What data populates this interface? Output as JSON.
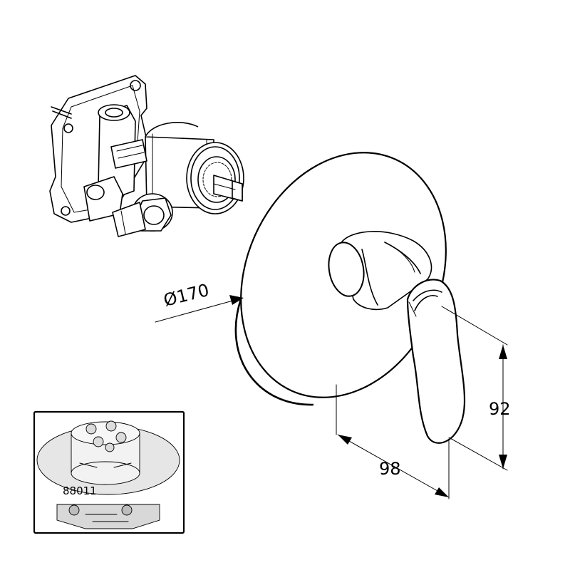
{
  "dimensions": {
    "diameter": "Ø170",
    "height": "92",
    "depth": "98"
  },
  "inset": {
    "part_number": "88011"
  },
  "colors": {
    "line": "#000000",
    "background": "#ffffff",
    "inset_fill": "#e6e6e6"
  }
}
